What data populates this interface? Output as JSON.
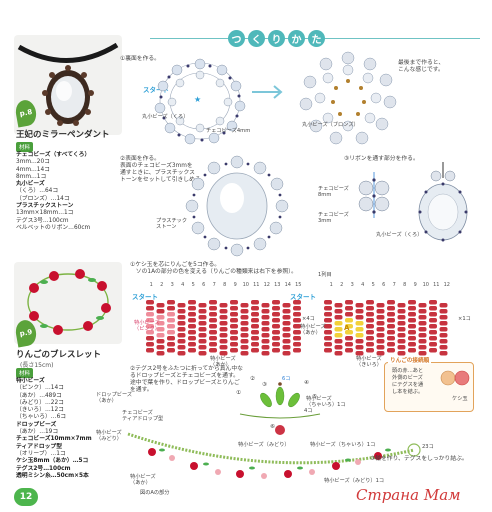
{
  "header": {
    "chars": [
      "つ",
      "く",
      "り",
      "か",
      "た"
    ]
  },
  "page_number": "12",
  "watermark": "Страна Мам",
  "pendant": {
    "page_tag": "p.8",
    "title": "王妃のミラーペンダント",
    "material_badge": "材料",
    "materials": [
      {
        "text": "チェコビーズ（すべてくろ）",
        "head": true
      },
      {
        "text": "3mm…20コ",
        "head": false
      },
      {
        "text": "4mm…14コ",
        "head": false
      },
      {
        "text": "8mm…1コ",
        "head": false
      },
      {
        "text": "丸小ビーズ",
        "head": true
      },
      {
        "text": "（くろ）…64コ",
        "head": false
      },
      {
        "text": "（ブロンズ）…14コ",
        "head": false
      },
      {
        "text": "プラスチックストーン",
        "head": true
      },
      {
        "text": "13mm×18mm…1コ",
        "head": false
      },
      {
        "text": "テグス3号…100cm",
        "head": false
      },
      {
        "text": "ベルベットのリボン…60cm",
        "head": false
      }
    ],
    "steps": {
      "s1": "①裏面を作る。",
      "s2": "②表面を作る。\n表面のチェコビーズ3mmを\n通すときに、プラスチックス\nトーンをセットして引きしめる。",
      "s3": "③リボンを通す部分を作る。",
      "done": "最後まで作ると、\nこんな感じです。"
    },
    "labels": {
      "start": "スタート",
      "maru_black": "丸小ビーズ（くろ）",
      "czech4": "チェコビーズ4mm",
      "maru_bronze": "丸小ビーズ（ブロンズ）",
      "plastic": "プラスチック\nストーン",
      "czech8": "チェコビーズ\n8mm",
      "czech3": "チェコビーズ\n3mm",
      "maru_black2": "丸小ビーズ（くろ）"
    }
  },
  "bracelet": {
    "page_tag": "p.9",
    "title": "りんごのブレスレット",
    "subtitle": "(長さ15cm)",
    "material_badge": "材料",
    "materials": [
      {
        "text": "特小ビーズ",
        "head": true
      },
      {
        "text": "（ピンク）…14コ",
        "head": false
      },
      {
        "text": "（あか）…489コ",
        "head": false
      },
      {
        "text": "（みどり）…22コ",
        "head": false
      },
      {
        "text": "（きいろ）…12コ",
        "head": false
      },
      {
        "text": "（ちゃいろ）…6コ",
        "head": false
      },
      {
        "text": "ドロップビーズ",
        "head": true
      },
      {
        "text": "（あか）…19コ",
        "head": false
      },
      {
        "text": "チェコビーズ10mm×7mm",
        "head": true
      },
      {
        "text": "ティアドロップ型",
        "head": true
      },
      {
        "text": "（オリーブ）…1コ",
        "head": false
      },
      {
        "text": "ケシ玉8mm（あか）…5コ",
        "head": true
      },
      {
        "text": "テグス2号…100cm",
        "head": true
      },
      {
        "text": "透明ミシン糸…50cm×5本",
        "head": true
      }
    ],
    "steps": {
      "s1": "①ケシ玉を芯にりんごを5コ作る。\n　ソの1Aの部分の色を変える（りんごの種類来は右下を参照）。",
      "s2": "②テグス2号をふたつに折ってから真ん中な\nるドロップビーズとチェコビーズを通す。\n途中で葉を作り、ドロップビーズとりんご\nを通す。",
      "s3": "③輪を作り、テグスをしっかり結ぶ。"
    },
    "labels": {
      "start": "スタート",
      "x4": "×4コ",
      "x1": "×1コ",
      "toku_pink": "特小ビーズ\n（ピンク）",
      "toku_red": "特小ビーズ\n（あか）",
      "toku_red2": "特小ビーズ\n（あか）",
      "toku_yellow": "特小ビーズ\n（きいろ）",
      "drop": "ドロップビーズ\n（あか）",
      "czech_tear": "チェコビーズ\nティアドロップ型",
      "toku_green": "特小ビーズ\n（みどり）",
      "toku_green2": "特小ビーズ（みどり）",
      "toku_brown": "特小ビーズ\n（ちゃいろ）1コ",
      "toku_brown2": "特小ビーズ（ちゃいろ）1コ",
      "toku_red3": "特小ビーズ\n（あか）",
      "toku_green3": "特小ビーズ（みどり）1コ",
      "fig_a": "図のAの部分",
      "count_6": "6コ",
      "count_4": "4コ",
      "count_23": "23コ",
      "label_a": "A",
      "kesitama": "ケシ玉",
      "tail1": "1列目",
      "note_title": "りんごの接続順",
      "note_body": "頭の赤…あと\n外側のビーズ\nにテグスを通\nし本を結ぶ。"
    },
    "numbers": [
      "1",
      "2",
      "3",
      "4",
      "5",
      "6",
      "7",
      "8",
      "9",
      "10",
      "11",
      "12",
      "13",
      "14",
      "15"
    ]
  }
}
